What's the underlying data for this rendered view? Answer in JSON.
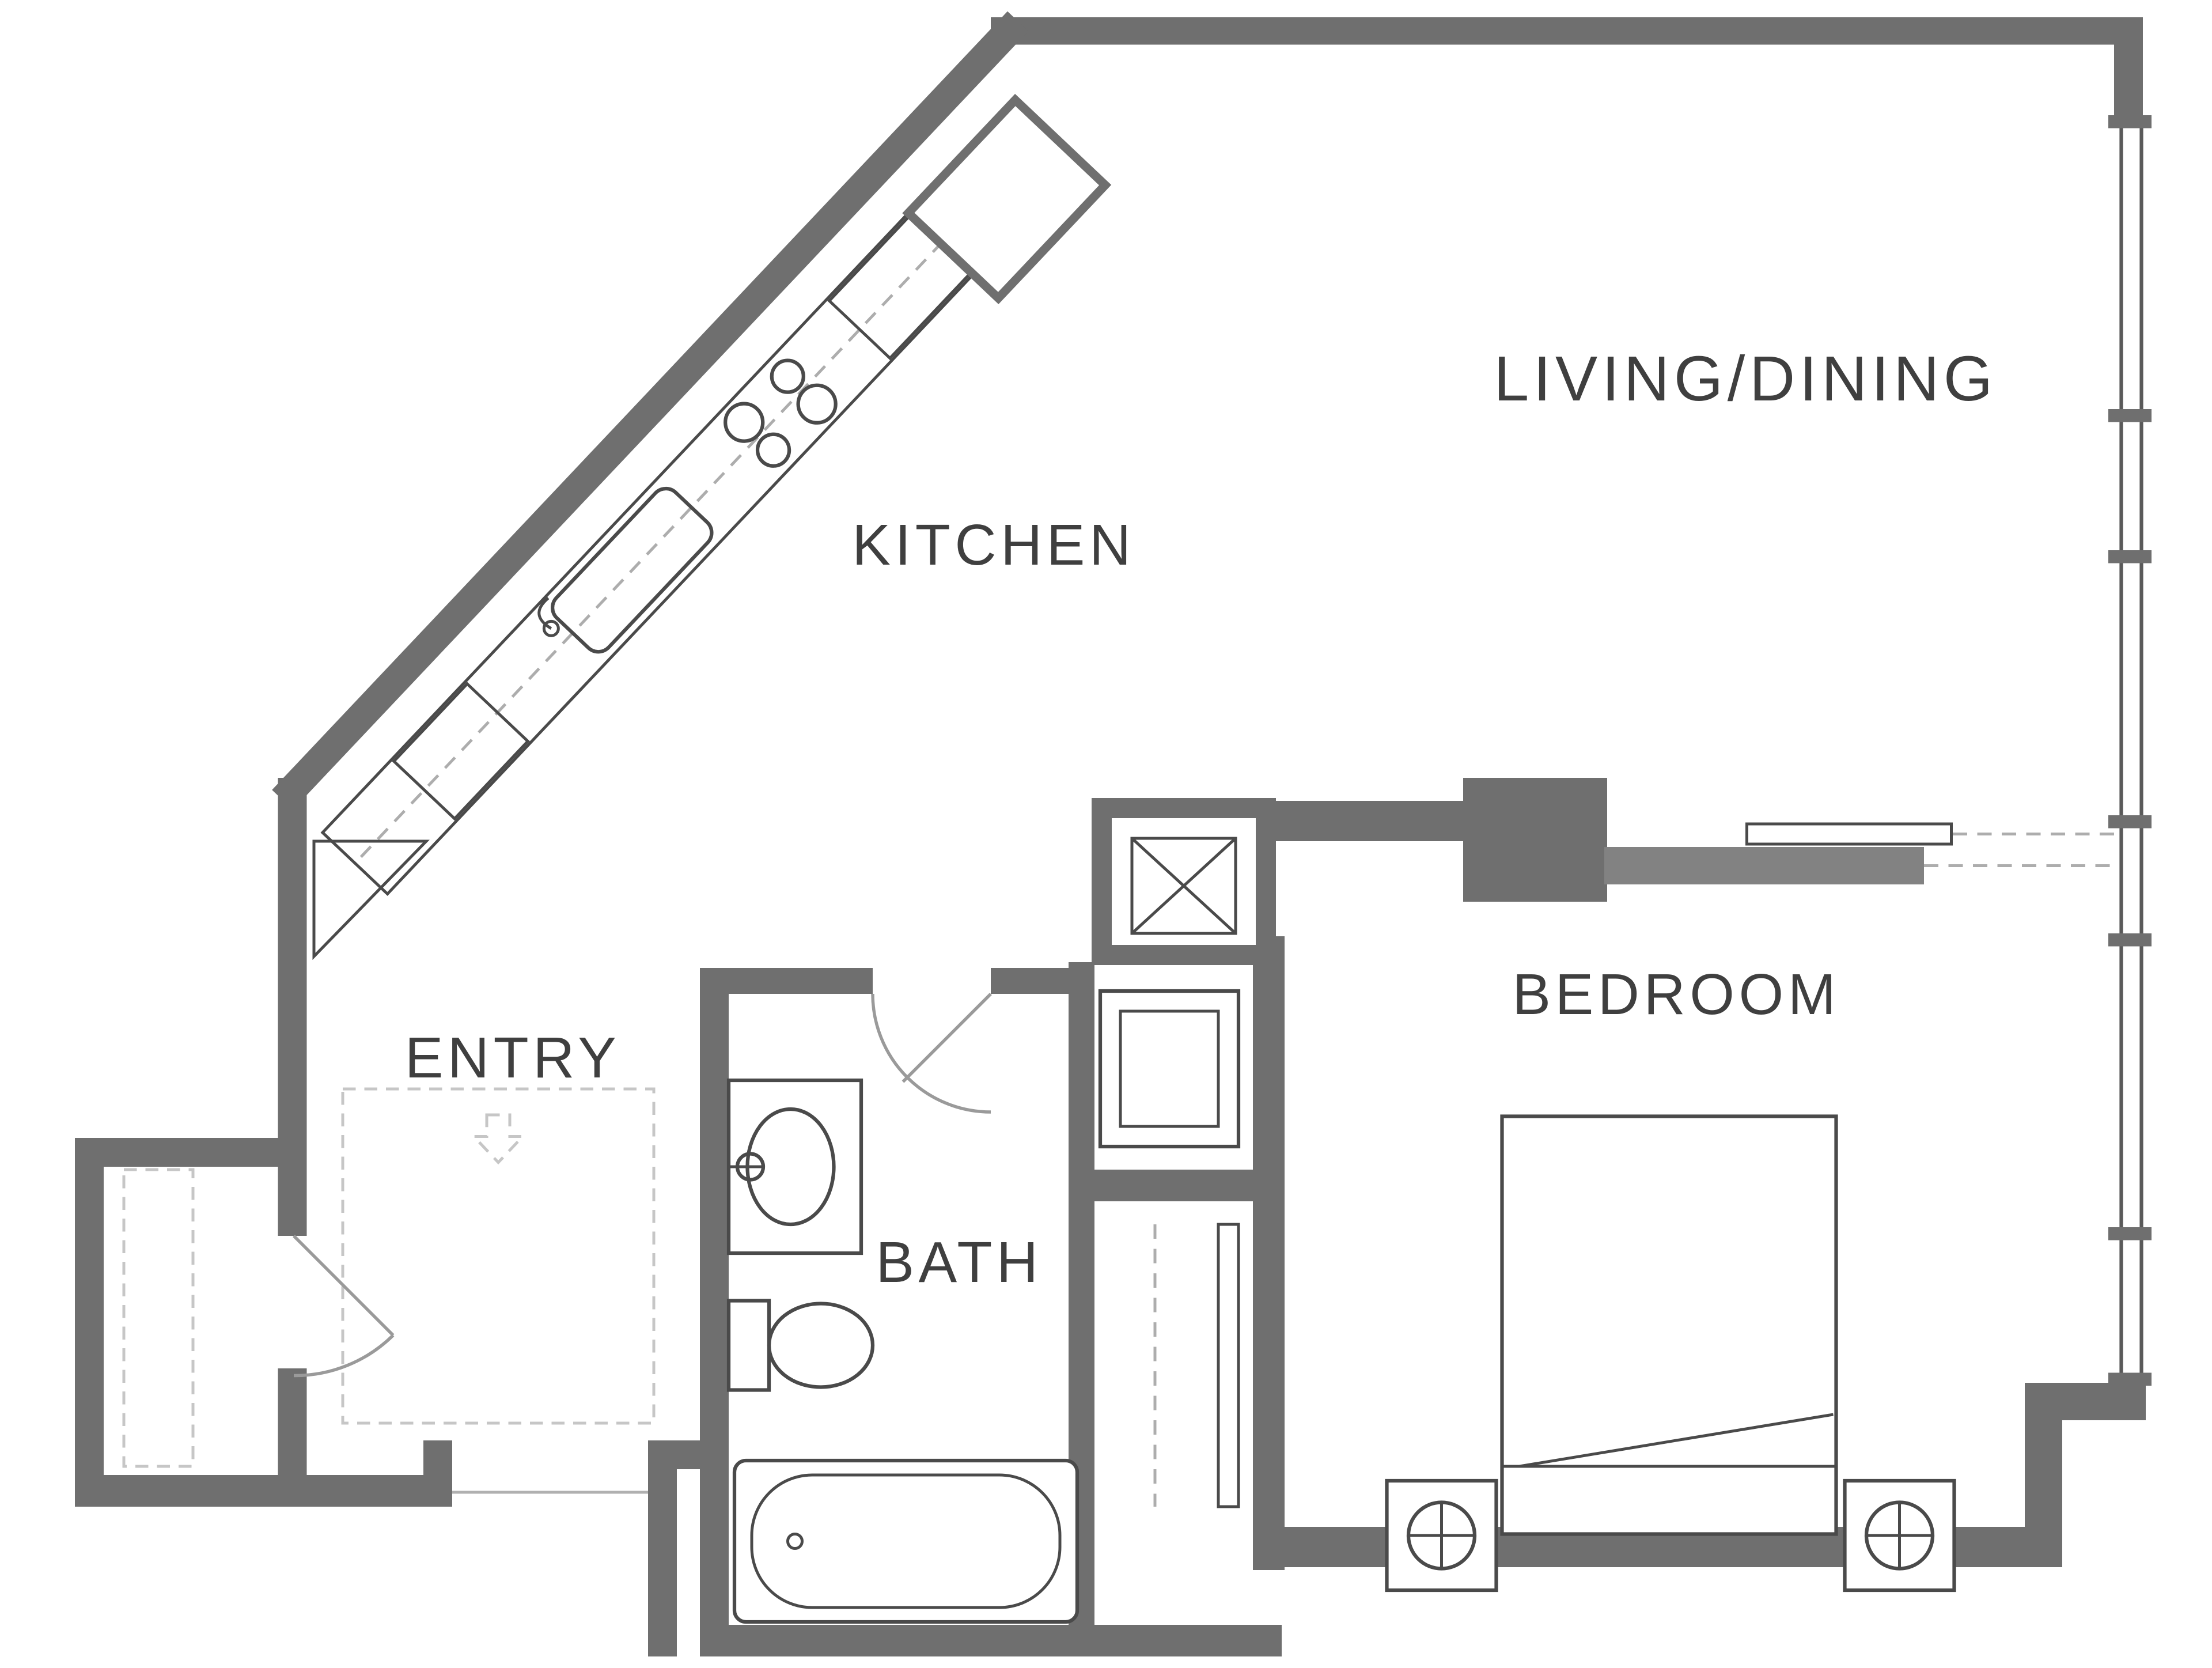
{
  "floorplan": {
    "rooms": {
      "living_dining": "LIVING/DINING",
      "kitchen": "KITCHEN",
      "entry": "ENTRY",
      "bath": "BATH",
      "bedroom": "BEDROOM"
    },
    "colors": {
      "wall": "#6f6f6f",
      "wall_light": "#828282",
      "fixture": "#4a4a4a",
      "door": "#9a9a9a",
      "dashed": "#c6c6c6",
      "label": "#3f3f3f",
      "background": "#ffffff"
    }
  }
}
